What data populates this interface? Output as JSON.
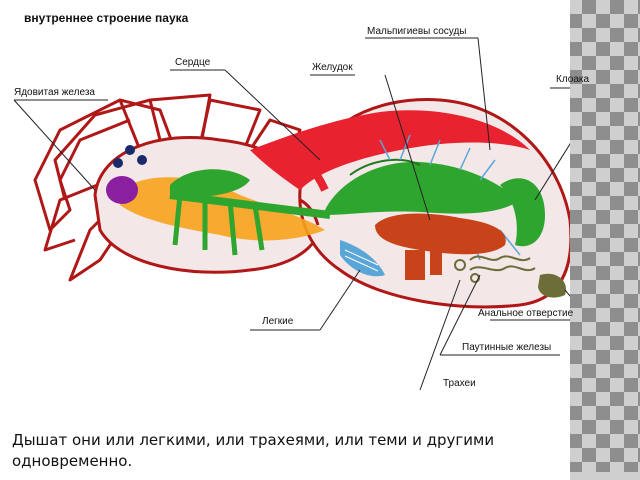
{
  "figure": {
    "title": "внутреннее строение паука"
  },
  "labels": {
    "venom_gland": "Ядовитая железа",
    "heart": "Сердце",
    "stomach": "Желудок",
    "malpighian": "Мальпигиевы сосуды",
    "cloaca": "Клоака",
    "lungs": "Легкие",
    "anus": "Анальное отверстие",
    "silk_glands": "Паутинные железы",
    "trachea": "Трахеи"
  },
  "caption": "Дышат они или легкими, или трахеями, или теми и другими одновременно.",
  "colors": {
    "outline": "#b01818",
    "body_fill": "#f3e7e7",
    "heart": "#e8222e",
    "gut": "#2ea52e",
    "gut_dark": "#1f7a1f",
    "venom": "#8a1fa0",
    "nerve": "#f7a21c",
    "lungs": "#5aa6d8",
    "liver": "#c9431a",
    "silk": "#6d6d3a"
  }
}
